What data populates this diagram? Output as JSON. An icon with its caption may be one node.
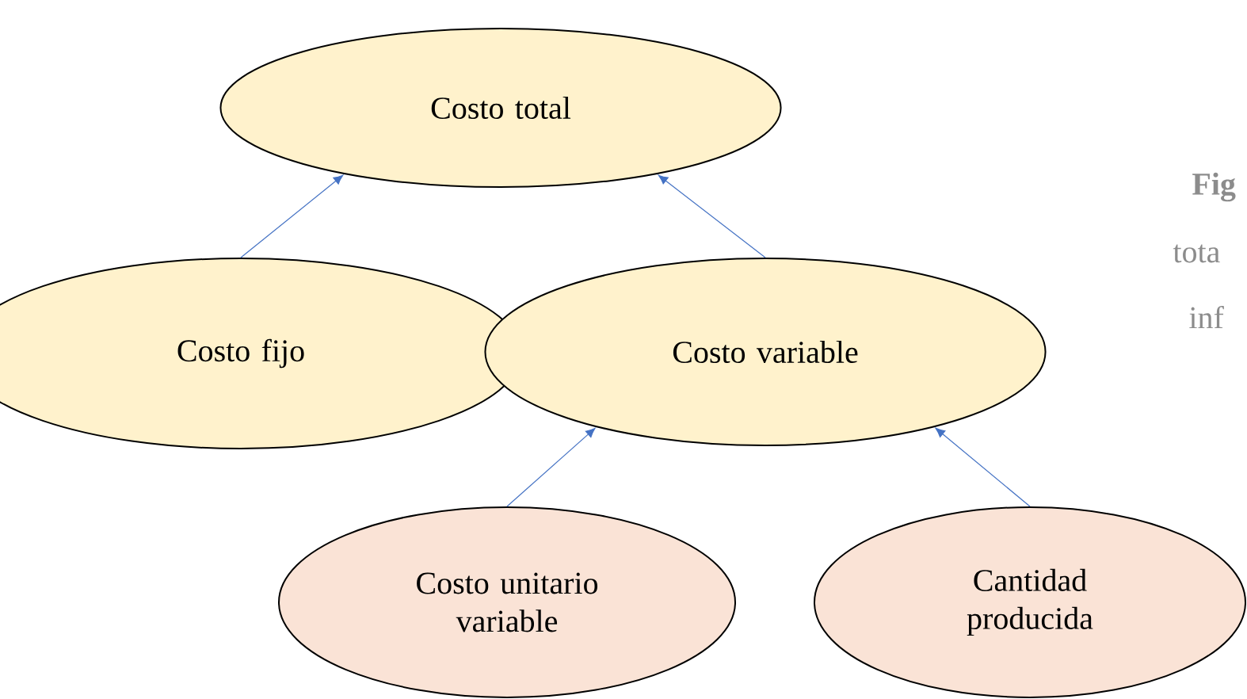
{
  "diagram": {
    "nodes": [
      {
        "text": [
          "Costo total"
        ]
      },
      {
        "text": [
          "Costo fijo"
        ]
      },
      {
        "text": [
          "Costo variable"
        ]
      },
      {
        "text": [
          "Costo unitario variable"
        ]
      },
      {
        "text": [
          "Cantidad producida"
        ]
      }
    ],
    "edges": [
      {
        "from": 1,
        "to": 0,
        "arrow": "to"
      },
      {
        "from": 2,
        "to": 0,
        "arrow": "to"
      },
      {
        "from": 3,
        "to": 2,
        "arrow": "to"
      },
      {
        "from": 4,
        "to": 2,
        "arrow": "to"
      }
    ],
    "labels": [
      "Fig",
      "tota",
      "inf"
    ]
  }
}
